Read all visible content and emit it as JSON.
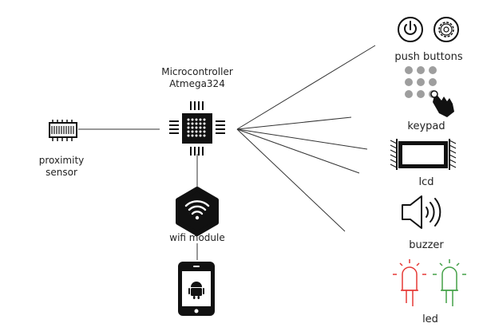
{
  "diagram": {
    "microcontroller": {
      "title": "Microcontroller",
      "model": "Atmega324"
    },
    "proximity_sensor": {
      "line1": "proximity",
      "line2": "sensor"
    },
    "wifi_module": {
      "label": "wifi module"
    },
    "push_buttons": {
      "label": "push buttons"
    },
    "keypad": {
      "label": "keypad"
    },
    "lcd": {
      "label": "lcd"
    },
    "buzzer": {
      "label": "buzzer"
    },
    "led": {
      "label": "led"
    },
    "colors": {
      "line": "#333333",
      "led_red": "#e53935",
      "led_green": "#43a047",
      "keypad_gray": "#9e9e9e"
    },
    "icons": [
      "memory-chip-icon",
      "microcontroller-chip-icon",
      "wifi-icon",
      "android-phone-icon",
      "power-icon",
      "gear-icon",
      "keypad-icon",
      "hand-pointer-icon",
      "lcd-screen-icon",
      "speaker-icon",
      "led-red-icon",
      "led-green-icon"
    ]
  }
}
